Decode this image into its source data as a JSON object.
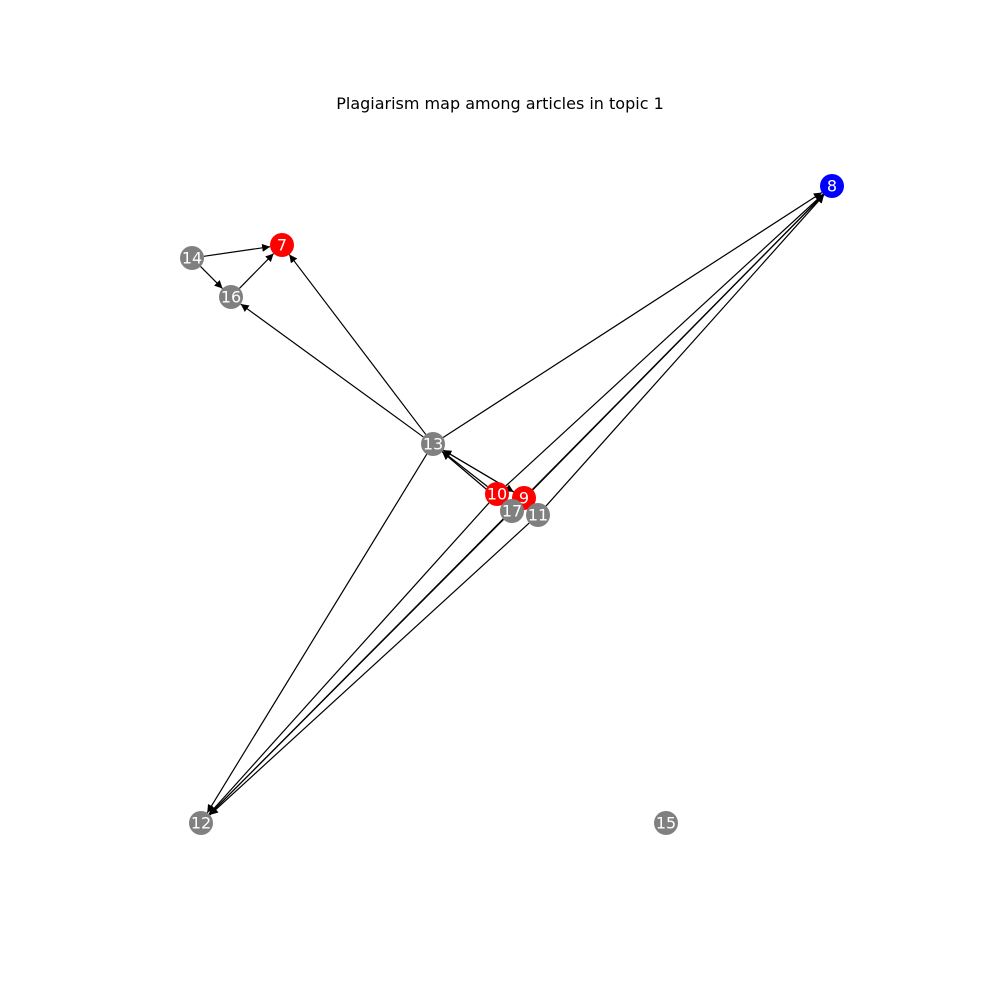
{
  "title": "Plagiarism map among articles in topic 1",
  "colors": {
    "red": "#ff0000",
    "blue": "#0000ff",
    "gray": "#808080",
    "edge": "#000000"
  },
  "nodes": [
    {
      "id": "7",
      "label": "7",
      "color": "red"
    },
    {
      "id": "8",
      "label": "8",
      "color": "blue"
    },
    {
      "id": "9",
      "label": "9",
      "color": "red"
    },
    {
      "id": "10",
      "label": "10",
      "color": "red"
    },
    {
      "id": "11",
      "label": "11",
      "color": "gray"
    },
    {
      "id": "12",
      "label": "12",
      "color": "gray"
    },
    {
      "id": "13",
      "label": "13",
      "color": "gray"
    },
    {
      "id": "14",
      "label": "14",
      "color": "gray"
    },
    {
      "id": "15",
      "label": "15",
      "color": "gray"
    },
    {
      "id": "16",
      "label": "16",
      "color": "gray"
    },
    {
      "id": "17",
      "label": "17",
      "color": "gray"
    }
  ],
  "edges": [
    {
      "from": "14",
      "to": "7"
    },
    {
      "from": "14",
      "to": "16"
    },
    {
      "from": "16",
      "to": "7"
    },
    {
      "from": "13",
      "to": "16"
    },
    {
      "from": "13",
      "to": "7"
    },
    {
      "from": "13",
      "to": "8"
    },
    {
      "from": "13",
      "to": "12"
    },
    {
      "from": "10",
      "to": "13"
    },
    {
      "from": "9",
      "to": "13"
    },
    {
      "from": "17",
      "to": "13"
    },
    {
      "from": "13",
      "to": "9"
    },
    {
      "from": "10",
      "to": "8"
    },
    {
      "from": "9",
      "to": "8"
    },
    {
      "from": "17",
      "to": "8"
    },
    {
      "from": "11",
      "to": "8"
    },
    {
      "from": "10",
      "to": "12"
    },
    {
      "from": "9",
      "to": "12"
    },
    {
      "from": "17",
      "to": "12"
    },
    {
      "from": "11",
      "to": "12"
    }
  ]
}
